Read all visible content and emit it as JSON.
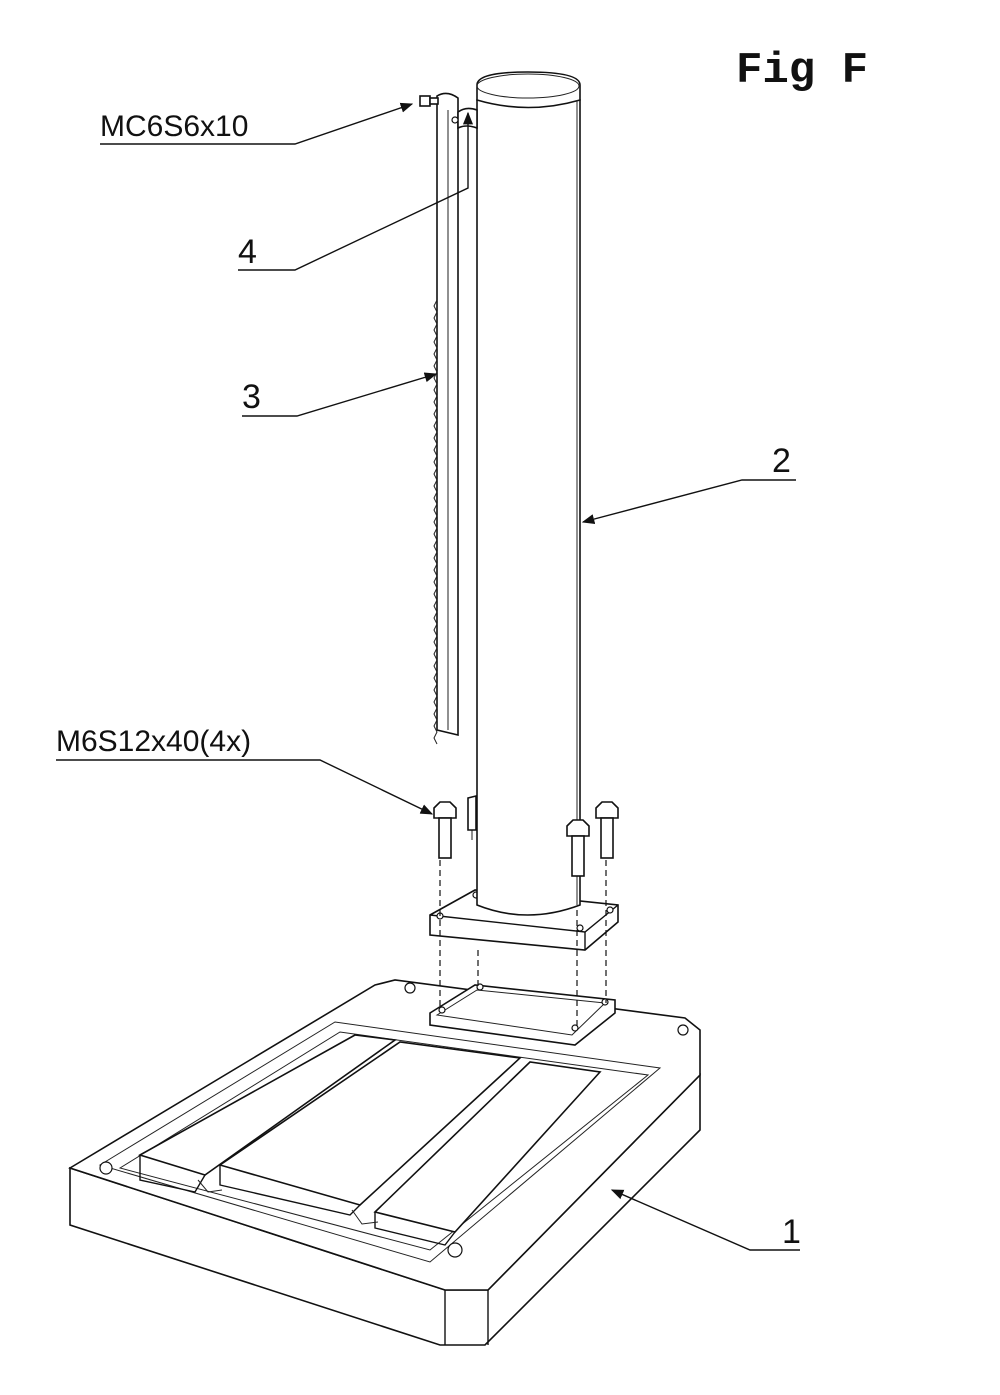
{
  "figure": {
    "title": "Fig F",
    "colors": {
      "ink": "#111111",
      "paper": "#ffffff"
    },
    "callouts": [
      {
        "id": "mc6s6x10",
        "text": "MC6S6x10"
      },
      {
        "id": "part-4",
        "text": "4"
      },
      {
        "id": "part-3",
        "text": "3"
      },
      {
        "id": "part-2",
        "text": "2"
      },
      {
        "id": "m6s12x40",
        "text": "M6S12x40(4x)"
      },
      {
        "id": "part-1",
        "text": "1"
      }
    ]
  }
}
